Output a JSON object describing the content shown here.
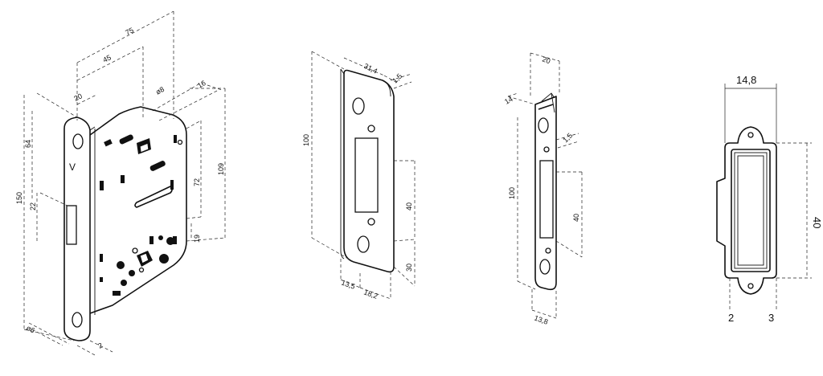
{
  "views": {
    "lock_body": {
      "letter": "V",
      "dims": [
        "75",
        "45",
        "20",
        "ø8",
        "16",
        "64",
        "150",
        "22",
        "72",
        "109",
        "19",
        "ø6",
        "2"
      ]
    },
    "strike_plate": {
      "dims": [
        "31,4",
        "1,5",
        "100",
        "40",
        "30",
        "13,5",
        "18,2"
      ]
    },
    "angled_strike": {
      "dims": [
        "20",
        "14",
        "1,5",
        "100",
        "40",
        "13,8"
      ]
    },
    "box_strike": {
      "dims": [
        "14,8",
        "40",
        "2",
        "3"
      ]
    }
  }
}
